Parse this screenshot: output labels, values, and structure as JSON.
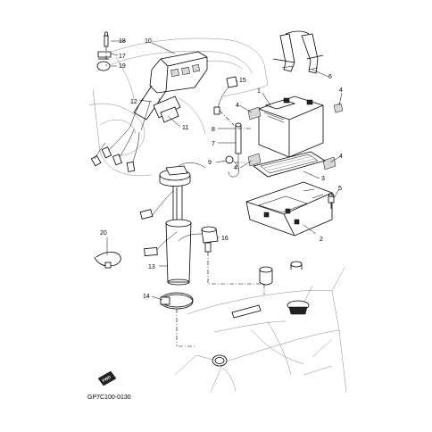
{
  "diagram": {
    "drawing_code": "GP7C100-0130",
    "direction_badge": "FWD",
    "callouts": [
      {
        "id": "c1",
        "label": "1"
      },
      {
        "id": "c2",
        "label": "2"
      },
      {
        "id": "c3",
        "label": "3"
      },
      {
        "id": "c4a",
        "label": "4"
      },
      {
        "id": "c4b",
        "label": "4"
      },
      {
        "id": "c4c",
        "label": "4"
      },
      {
        "id": "c4d",
        "label": "4"
      },
      {
        "id": "c5",
        "label": "5"
      },
      {
        "id": "c6",
        "label": "6"
      },
      {
        "id": "c7",
        "label": "7"
      },
      {
        "id": "c8",
        "label": "8"
      },
      {
        "id": "c9",
        "label": "9"
      },
      {
        "id": "c10",
        "label": "10"
      },
      {
        "id": "c11",
        "label": "11"
      },
      {
        "id": "c12",
        "label": "12"
      },
      {
        "id": "c13",
        "label": "13"
      },
      {
        "id": "c14",
        "label": "14"
      },
      {
        "id": "c15",
        "label": "15"
      },
      {
        "id": "c16",
        "label": "16"
      },
      {
        "id": "c17",
        "label": "17"
      },
      {
        "id": "c18",
        "label": "18"
      },
      {
        "id": "c19",
        "label": "19"
      },
      {
        "id": "c20",
        "label": "20"
      }
    ]
  }
}
